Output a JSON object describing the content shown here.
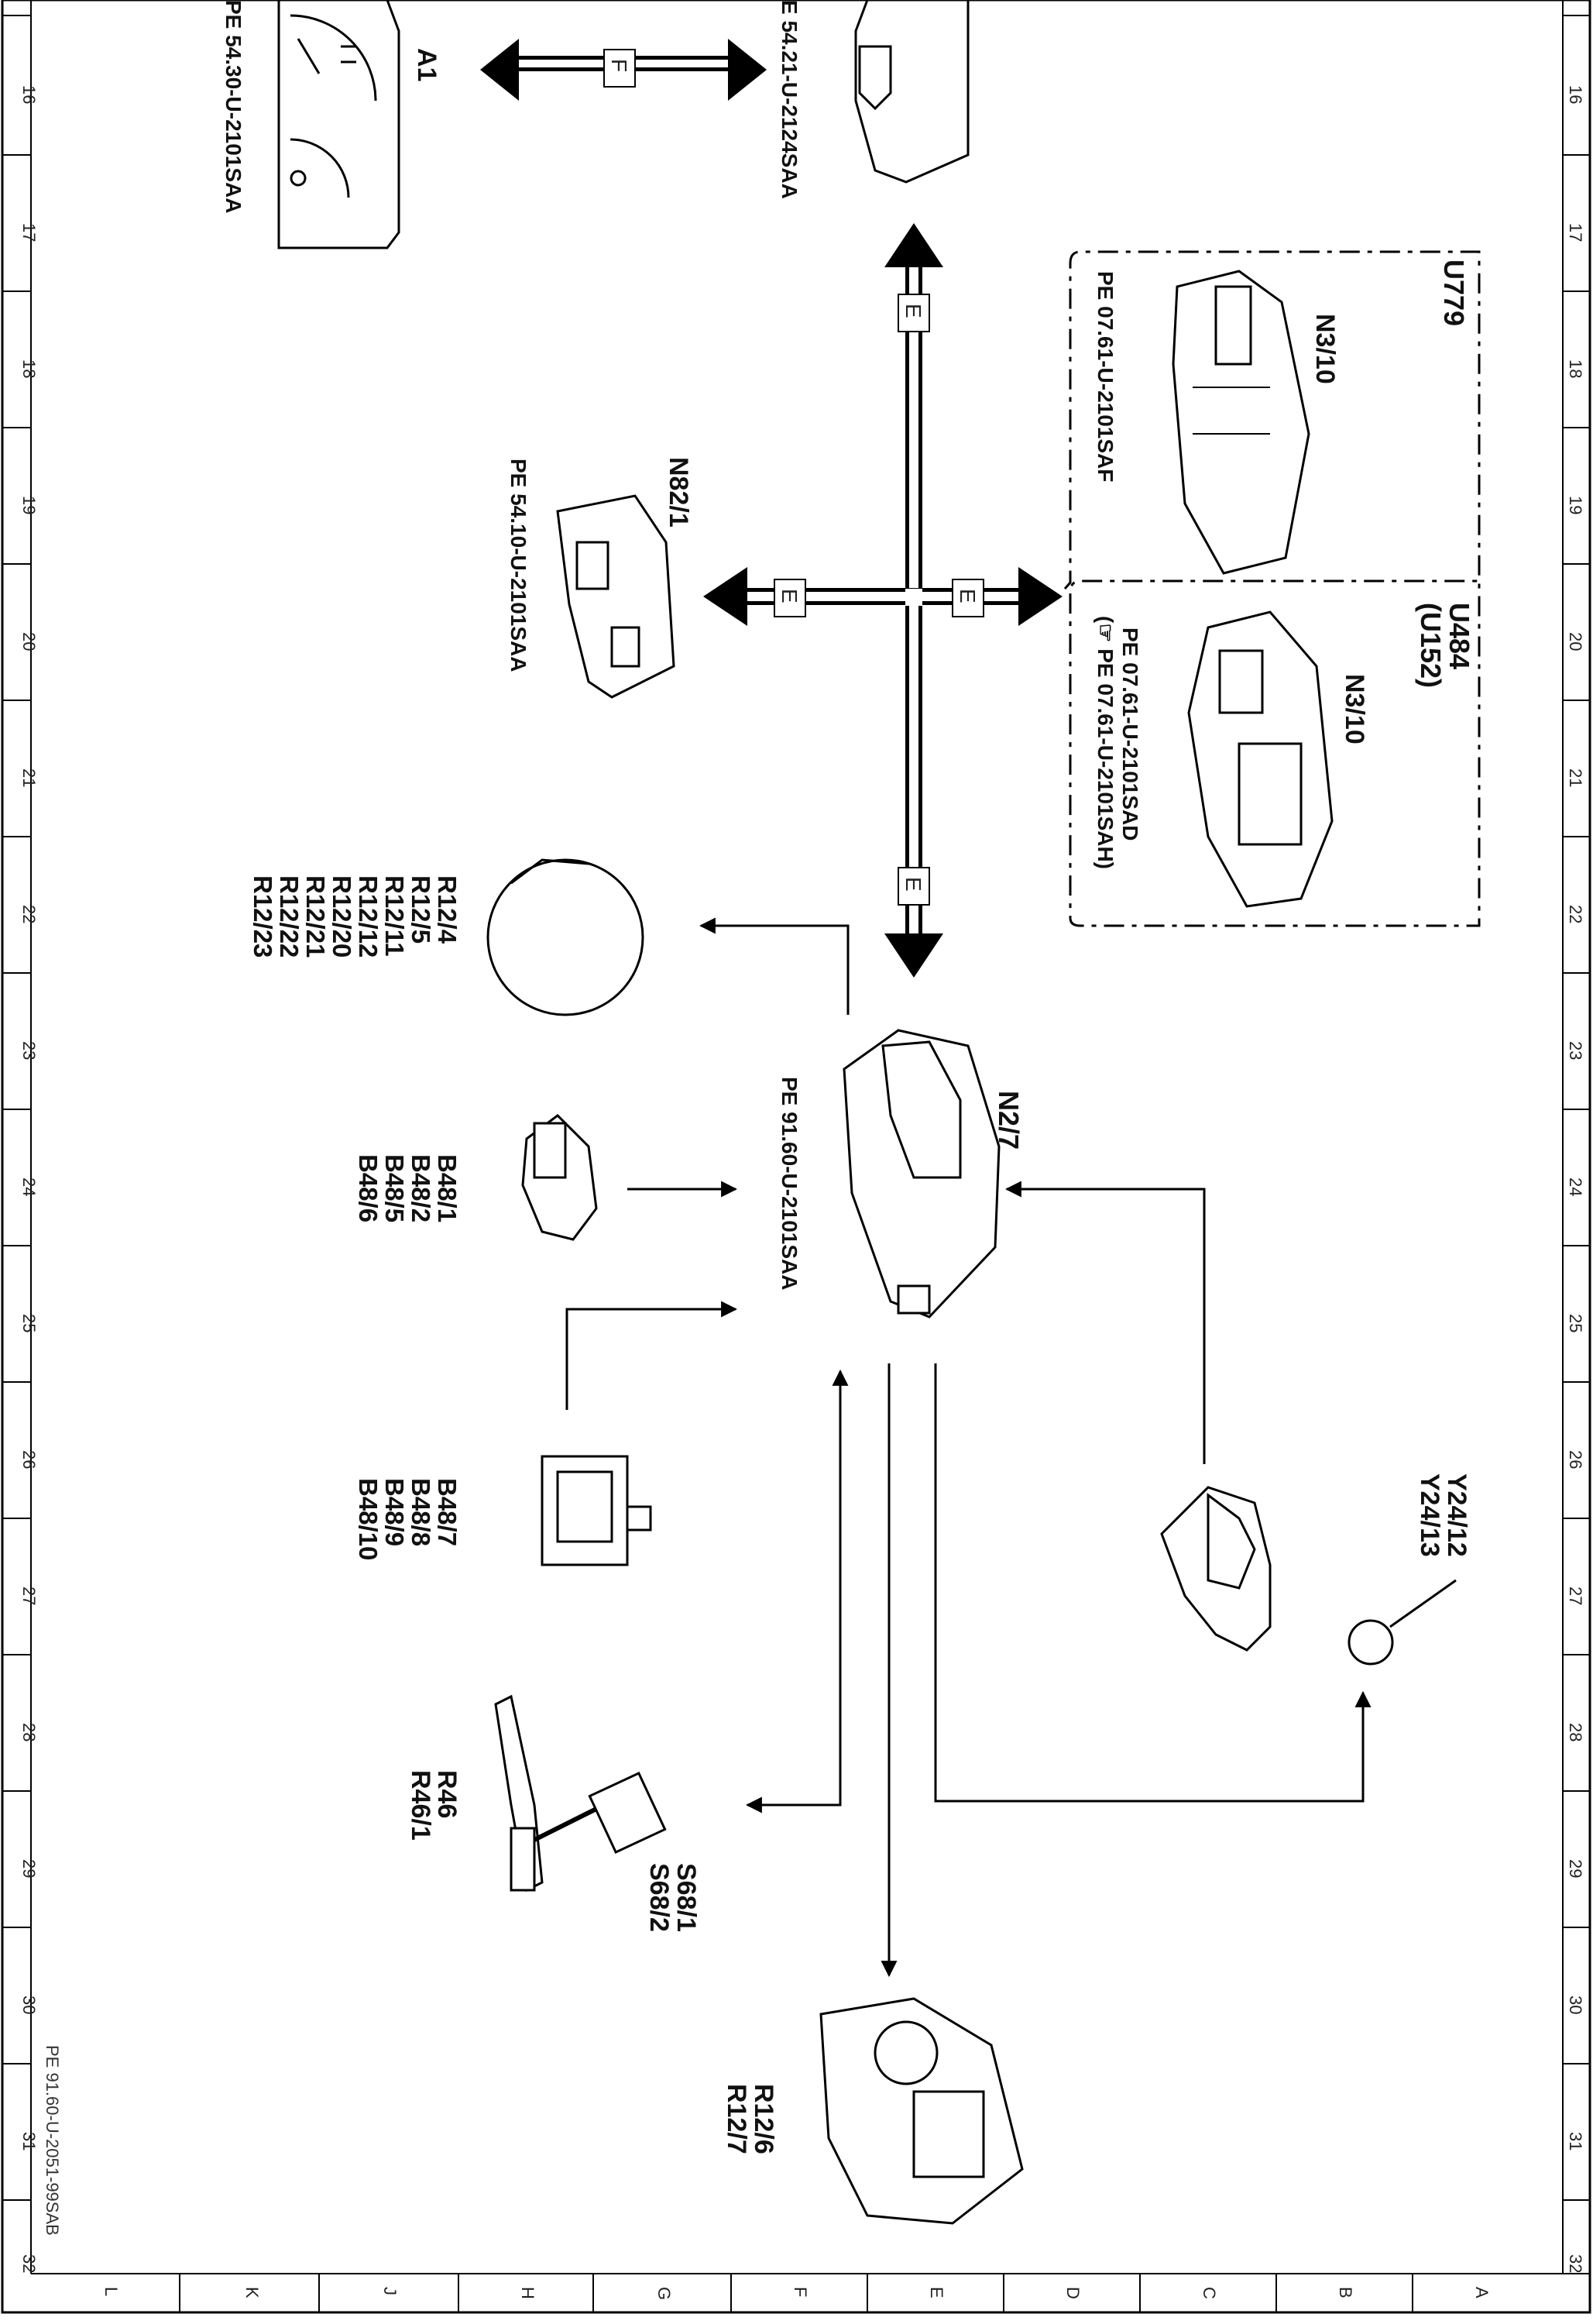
{
  "diagram": {
    "doc_ref": "PE 91.60-U-2051-99SAB",
    "row_numbers": [
      "16",
      "17",
      "18",
      "19",
      "20",
      "21",
      "22",
      "23",
      "24",
      "25",
      "26",
      "27",
      "28",
      "29",
      "30",
      "31",
      "32"
    ],
    "column_letters": [
      "L",
      "K",
      "J",
      "H",
      "G",
      "F",
      "E",
      "D",
      "C",
      "B",
      "A"
    ],
    "bus_letters": {
      "f": "F",
      "e": "E"
    },
    "components": {
      "a1": {
        "name": "A1",
        "ref": "PE 54.30-U-2101SAA"
      },
      "gateway": {
        "ref": "E 54.21-U-2124SAA"
      },
      "n82_1": {
        "name": "N82/1",
        "ref": "PE 54.10-U-2101SAA"
      },
      "u779": {
        "group": "U779",
        "name": "N3/10",
        "ref": "PE 07.61-U-2101SAF"
      },
      "u484": {
        "group1": "U484",
        "group2": "(U152)",
        "name": "N3/10",
        "ref1": "PE 07.61-U-2101SAD",
        "ref2": "(☞ PE 07.61-U-2101SAH)"
      },
      "r12_list": [
        "R12/4",
        "R12/5",
        "R12/11",
        "R12/12",
        "R12/20",
        "R12/21",
        "R12/22",
        "R12/23"
      ],
      "n2_7": {
        "name": "N2/7",
        "ref": "PE 91.60-U-2101SAA"
      },
      "b48_a": [
        "B48/1",
        "B48/2",
        "B48/5",
        "B48/6"
      ],
      "b48_b": [
        "B48/7",
        "B48/8",
        "B48/9",
        "B48/10"
      ],
      "y24": [
        "Y24/12",
        "Y24/13"
      ],
      "r46": [
        "R46",
        "R46/1"
      ],
      "s68": [
        "S68/1",
        "S68/2"
      ],
      "r12_b": [
        "R12/6",
        "R12/7"
      ]
    }
  }
}
